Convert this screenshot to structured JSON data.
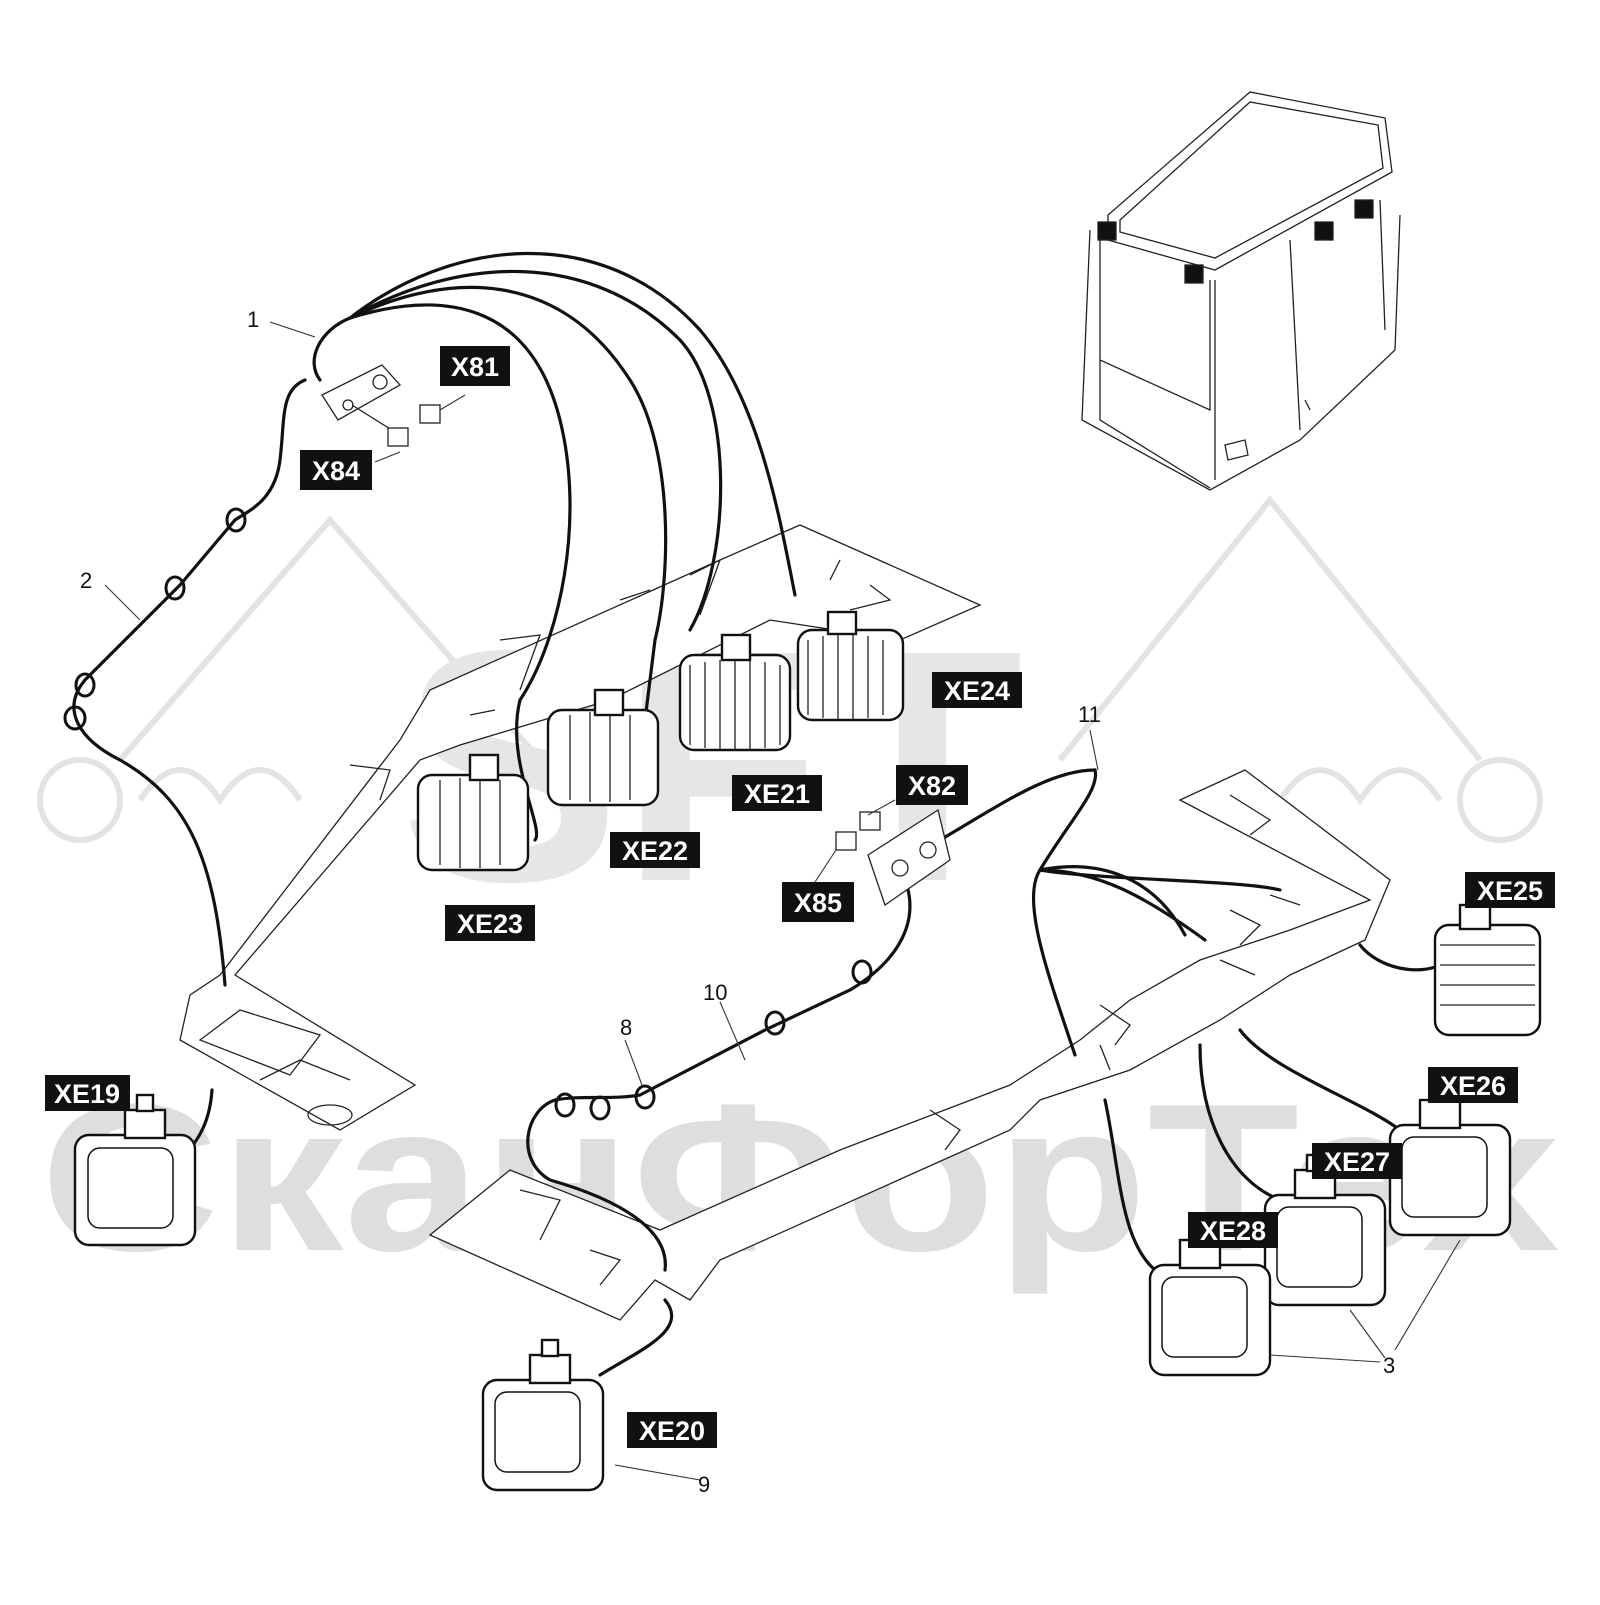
{
  "watermark": {
    "logo_text": "SFT",
    "company_text": "СканФорТех"
  },
  "connector_labels": [
    "X81",
    "X84",
    "X82",
    "X85"
  ],
  "lamp_labels": [
    "XE19",
    "XE20",
    "XE21",
    "XE22",
    "XE23",
    "XE24",
    "XE25",
    "XE26",
    "XE27",
    "XE28"
  ],
  "part_numbers": [
    "1",
    "2",
    "3",
    "8",
    "9",
    "10",
    "11"
  ]
}
